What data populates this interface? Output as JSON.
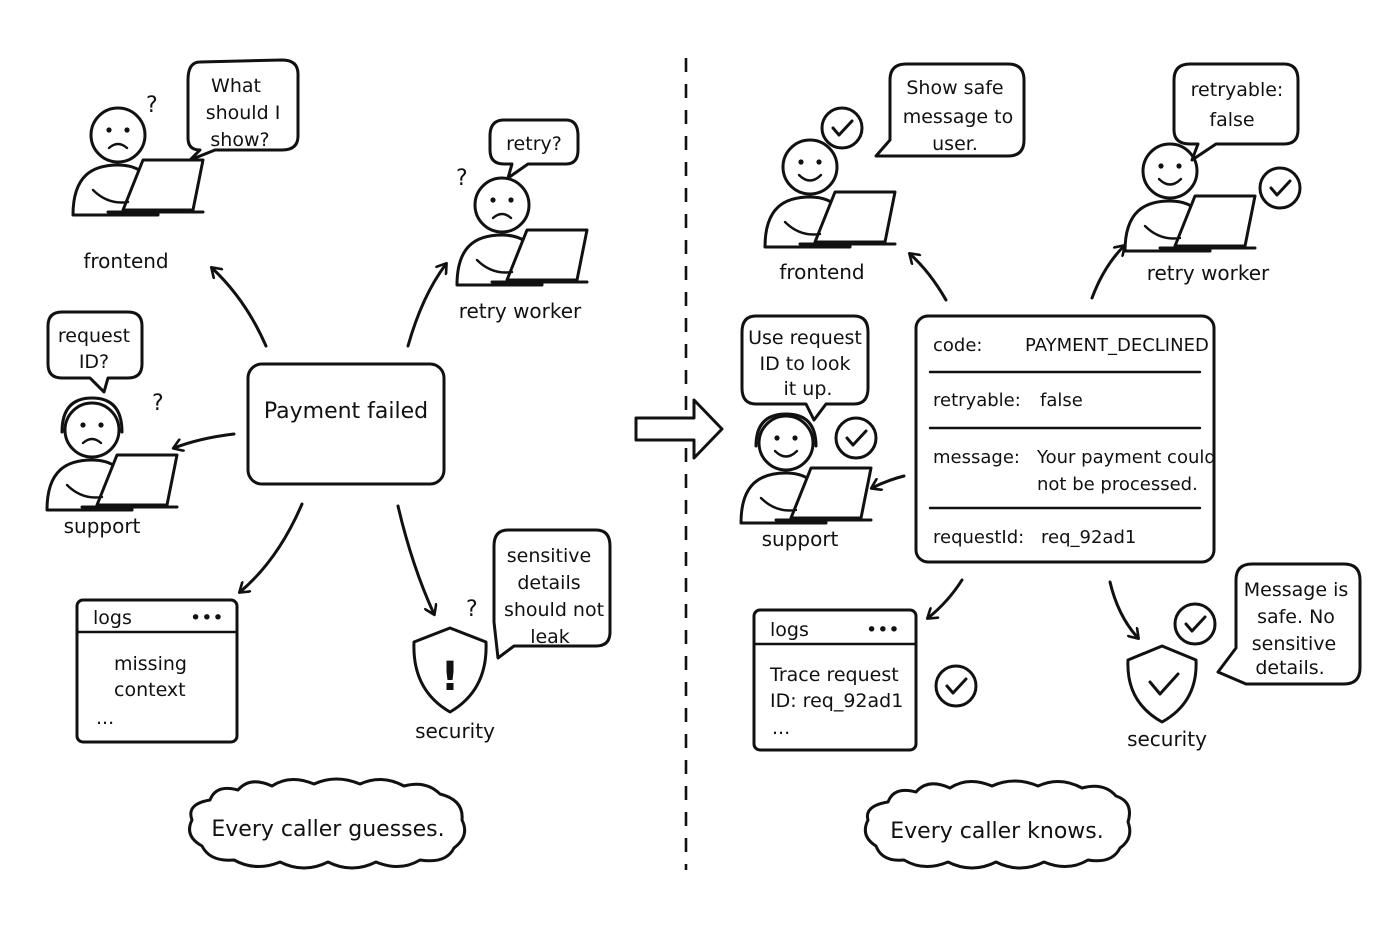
{
  "left": {
    "center_box": {
      "text": "Payment failed"
    },
    "frontend": {
      "label": "frontend",
      "bubble": [
        "What",
        "should I",
        "show?"
      ],
      "mark": "?"
    },
    "retry_worker": {
      "label": "retry worker",
      "bubble": [
        "retry?"
      ],
      "mark": "?"
    },
    "support": {
      "label": "support",
      "bubble": [
        "request",
        "ID?"
      ],
      "mark": "?"
    },
    "logs": {
      "title": "logs",
      "dots": "•••",
      "lines": [
        "missing",
        "context",
        "..."
      ]
    },
    "security": {
      "label": "security",
      "bubble": [
        "sensitive",
        "details",
        "should not",
        "leak"
      ],
      "mark": "?",
      "shield_icon": "!"
    },
    "caption": "Every caller guesses."
  },
  "right": {
    "card": {
      "rows": [
        {
          "key": "code:",
          "value": [
            "PAYMENT_DECLINED"
          ]
        },
        {
          "key": "retryable:",
          "value": [
            "false"
          ]
        },
        {
          "key": "message:",
          "value": [
            "Your payment could",
            "not be processed."
          ]
        },
        {
          "key": "requestId:",
          "value": [
            "req_92ad1"
          ]
        }
      ]
    },
    "frontend": {
      "label": "frontend",
      "bubble": [
        "Show safe",
        "message to",
        "user."
      ]
    },
    "retry_worker": {
      "label": "retry worker",
      "bubble": [
        "retryable:",
        "false"
      ]
    },
    "support": {
      "label": "support",
      "bubble": [
        "Use request",
        "ID to look",
        "it up."
      ]
    },
    "logs": {
      "title": "logs",
      "dots": "•••",
      "lines": [
        "Trace request",
        "ID: req_92ad1",
        "..."
      ]
    },
    "security": {
      "label": "security",
      "bubble": [
        "Message is",
        "safe. No",
        "sensitive",
        "details."
      ]
    },
    "caption": "Every caller knows."
  },
  "colors": {
    "ink": "#111111",
    "paper": "#ffffff"
  }
}
